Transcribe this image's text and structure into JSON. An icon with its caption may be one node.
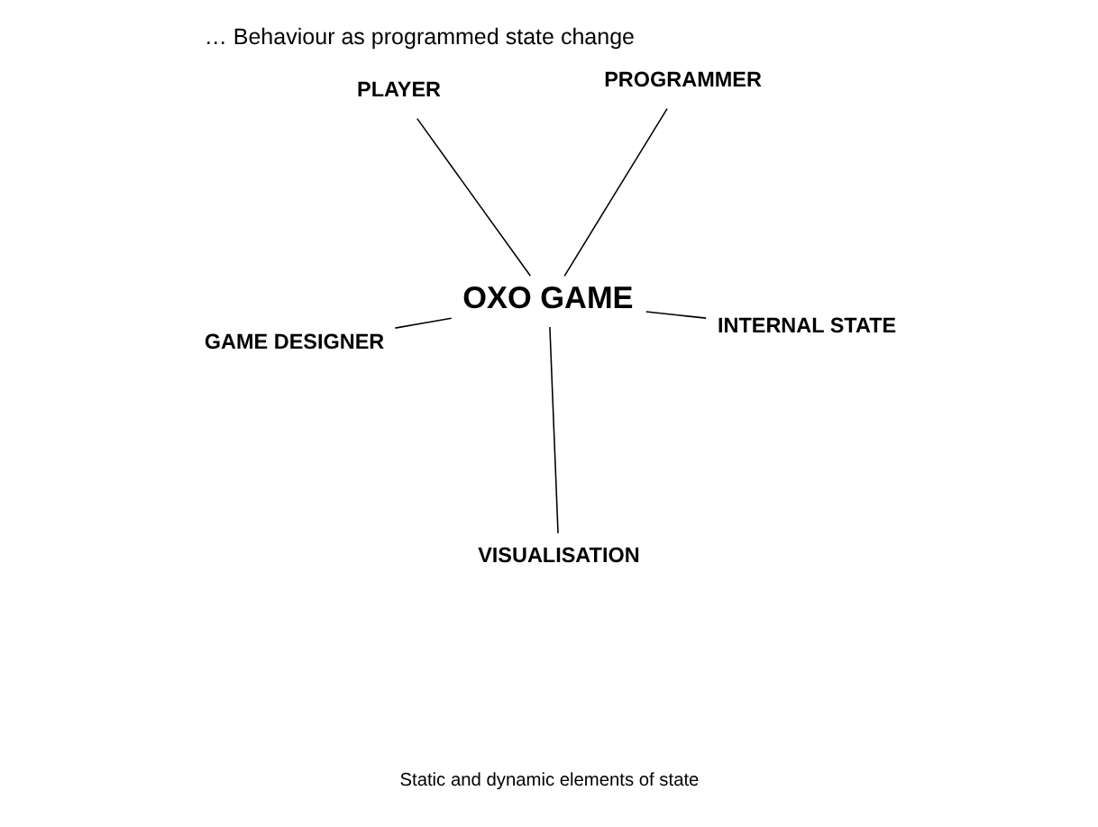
{
  "diagram": {
    "title": "… Behaviour as programmed state change",
    "caption": "Static and dynamic elements of state",
    "nodes": [
      {
        "text": [
          "GAME DESIGNER"
        ]
      },
      {
        "text": [
          "INTERNAL STATE"
        ]
      },
      {
        "text": [
          "OXO GAME"
        ]
      },
      {
        "text": [
          "PLAYER"
        ]
      },
      {
        "text": [
          "VISUALISATION"
        ]
      },
      {
        "text": [
          "PROGRAMMER"
        ]
      }
    ],
    "edges": [
      {
        "from": 2,
        "to": 0,
        "arrow": "none"
      },
      {
        "from": 2,
        "to": 1,
        "arrow": "none"
      },
      {
        "from": 2,
        "to": 3,
        "arrow": "none"
      },
      {
        "from": 2,
        "to": 4,
        "arrow": "none"
      },
      {
        "from": 2,
        "to": 5,
        "arrow": "none"
      }
    ]
  }
}
